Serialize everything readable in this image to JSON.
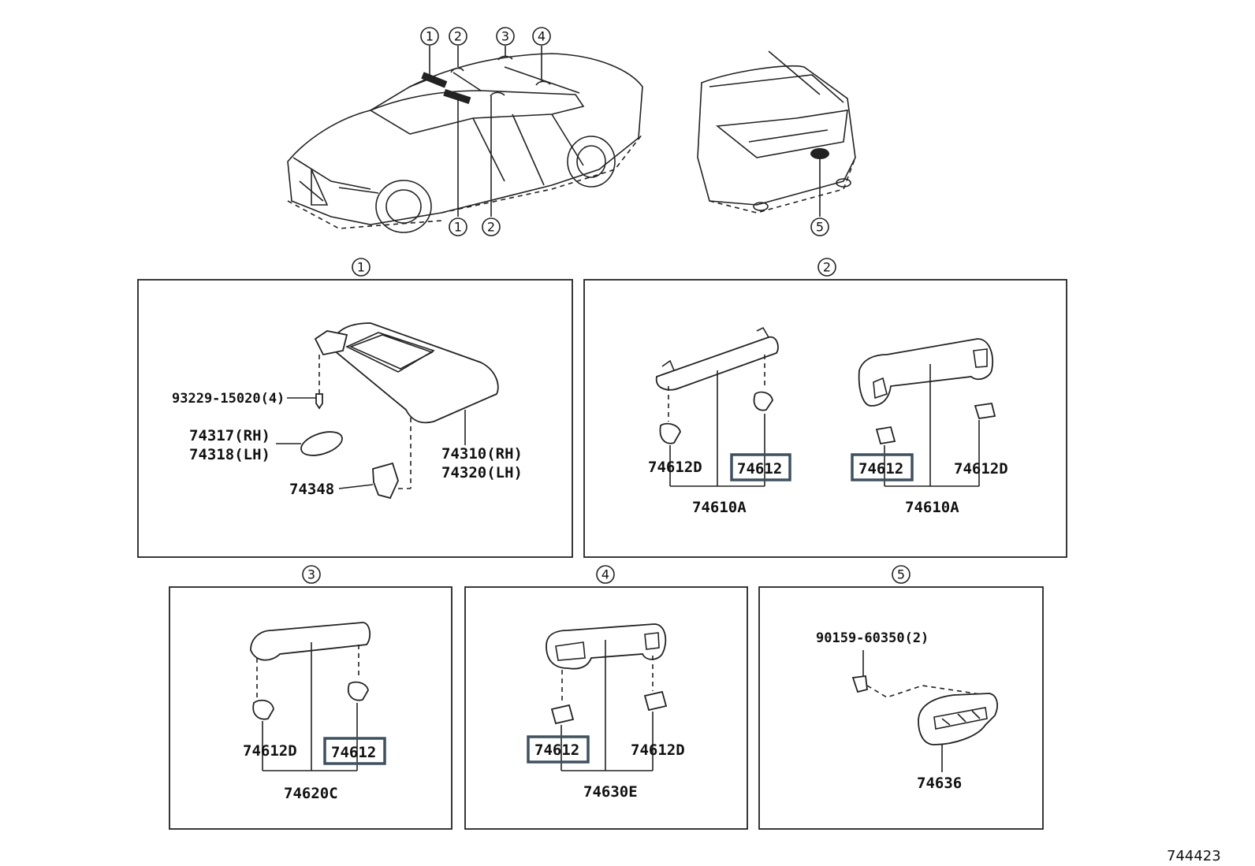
{
  "diagram_id": "744423",
  "callout_numbers": [
    "1",
    "2",
    "3",
    "4",
    "5"
  ],
  "panel1": {
    "callout": "1",
    "screw": "93229-15020(4)",
    "mirror_cover": [
      "74317(RH)",
      "74318(LH)"
    ],
    "visor": [
      "74310(RH)",
      "74320(LH)"
    ],
    "holder": "74348"
  },
  "panel2": {
    "callout": "2",
    "left": {
      "cap_a": "74612D",
      "cap_b": "74612",
      "grip": "74610A"
    },
    "right": {
      "cap_a": "74612",
      "cap_b": "74612D",
      "grip": "74610A"
    }
  },
  "panel3": {
    "callout": "3",
    "cap_a": "74612D",
    "cap_b": "74612",
    "grip": "74620C"
  },
  "panel4": {
    "callout": "4",
    "cap_a": "74612",
    "cap_b": "74612D",
    "grip": "74630E"
  },
  "panel5": {
    "callout": "5",
    "screw": "90159-60350(2)",
    "handle": "74636"
  },
  "highlight_color": "#3d5160"
}
